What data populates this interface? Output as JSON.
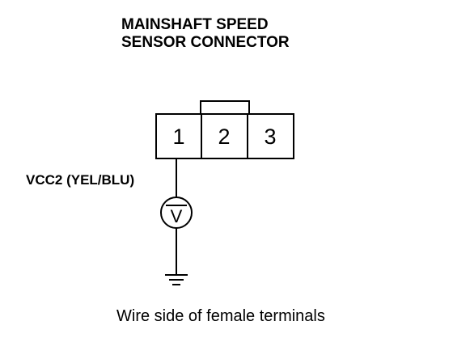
{
  "title": {
    "line1": "MAINSHAFT SPEED",
    "line2": "SENSOR CONNECTOR"
  },
  "connector": {
    "pins": [
      "1",
      "2",
      "3"
    ]
  },
  "wire": {
    "label": "VCC2 (YEL/BLU)"
  },
  "meter": {
    "symbol": "V",
    "icon": "voltmeter-icon"
  },
  "ground": {
    "icon": "ground-icon"
  },
  "caption": "Wire side of female terminals",
  "colors": {
    "ink": "#000000",
    "background": "#ffffff"
  }
}
